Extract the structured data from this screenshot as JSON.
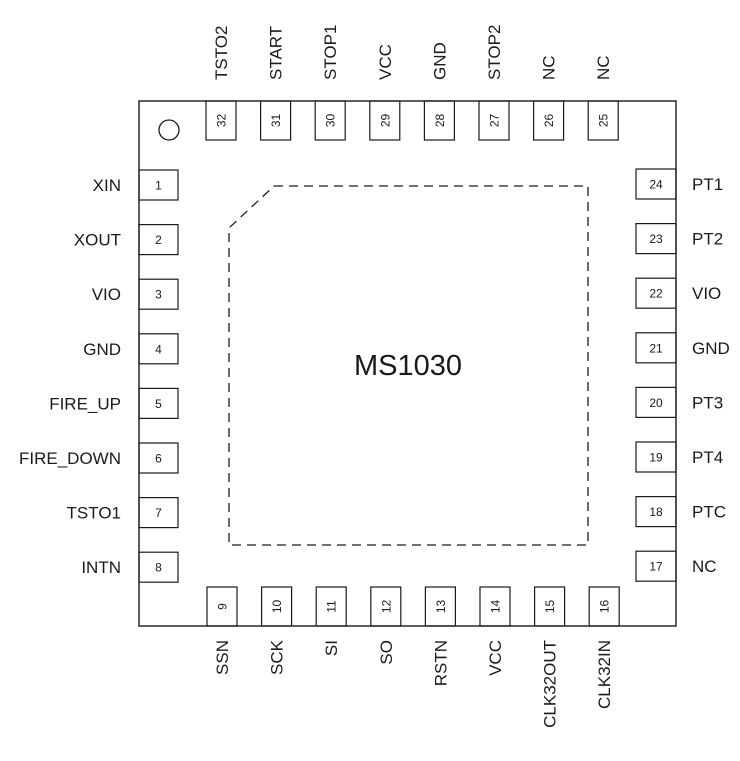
{
  "chip": {
    "name": "MS1030"
  },
  "pins": {
    "left": [
      {
        "num": "1",
        "name": "XIN"
      },
      {
        "num": "2",
        "name": "XOUT"
      },
      {
        "num": "3",
        "name": "VIO"
      },
      {
        "num": "4",
        "name": "GND"
      },
      {
        "num": "5",
        "name": "FIRE_UP"
      },
      {
        "num": "6",
        "name": "FIRE_DOWN"
      },
      {
        "num": "7",
        "name": "TSTO1"
      },
      {
        "num": "8",
        "name": "INTN"
      }
    ],
    "bottom": [
      {
        "num": "9",
        "name": "SSN"
      },
      {
        "num": "10",
        "name": "SCK"
      },
      {
        "num": "11",
        "name": "SI"
      },
      {
        "num": "12",
        "name": "SO"
      },
      {
        "num": "13",
        "name": "RSTN"
      },
      {
        "num": "14",
        "name": "VCC"
      },
      {
        "num": "15",
        "name": "CLK32OUT"
      },
      {
        "num": "16",
        "name": "CLK32IN"
      }
    ],
    "right": [
      {
        "num": "24",
        "name": "PT1"
      },
      {
        "num": "23",
        "name": "PT2"
      },
      {
        "num": "22",
        "name": "VIO"
      },
      {
        "num": "21",
        "name": "GND"
      },
      {
        "num": "20",
        "name": "PT3"
      },
      {
        "num": "19",
        "name": "PT4"
      },
      {
        "num": "18",
        "name": "PTC"
      },
      {
        "num": "17",
        "name": "NC"
      }
    ],
    "top": [
      {
        "num": "32",
        "name": "TSTO2"
      },
      {
        "num": "31",
        "name": "START"
      },
      {
        "num": "30",
        "name": "STOP1"
      },
      {
        "num": "29",
        "name": "VCC"
      },
      {
        "num": "28",
        "name": "GND"
      },
      {
        "num": "27",
        "name": "STOP2"
      },
      {
        "num": "26",
        "name": "NC"
      },
      {
        "num": "25",
        "name": "NC"
      }
    ]
  },
  "colors": {
    "stroke": "#1a1a1a",
    "background": "#ffffff"
  }
}
